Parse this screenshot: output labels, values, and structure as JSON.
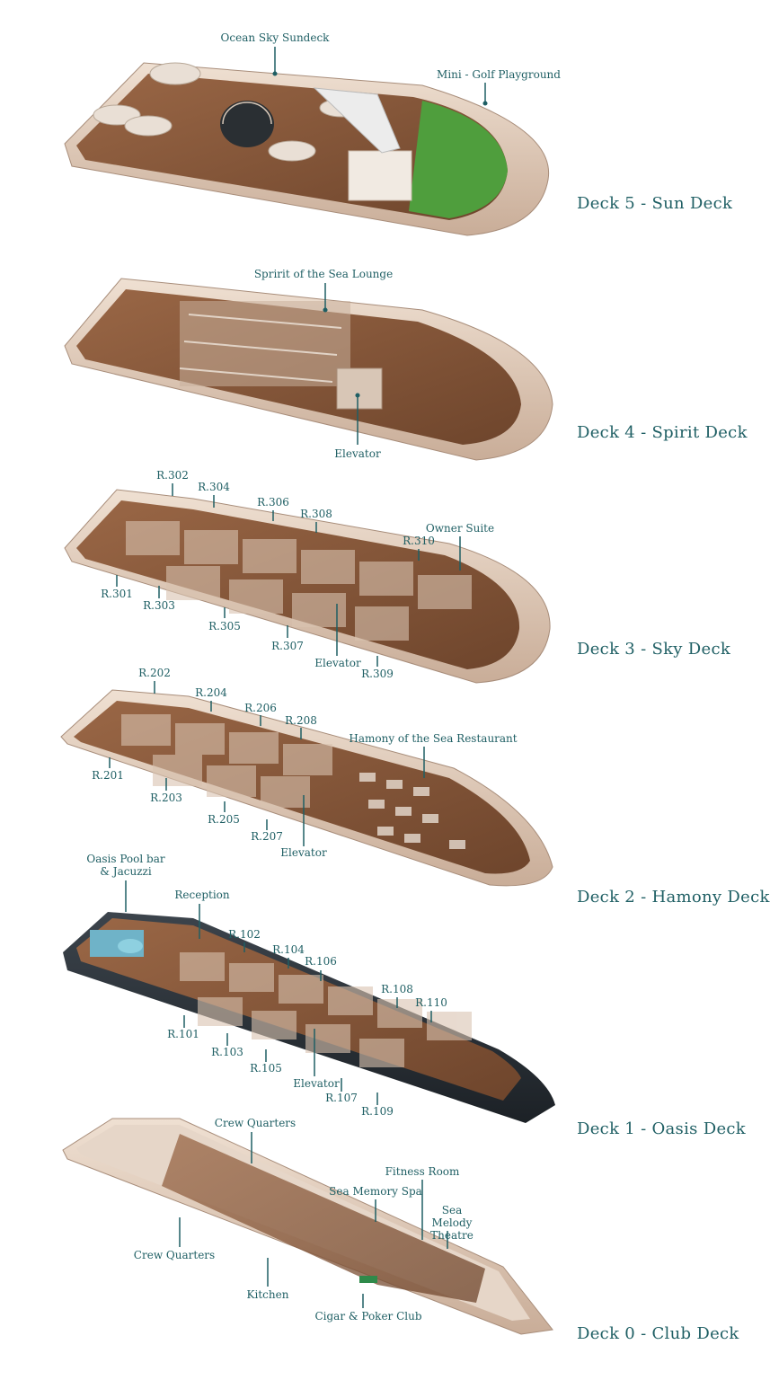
{
  "colors": {
    "label_text": "#1f5f64",
    "deck_wood": "#8a5a3c",
    "deck_wood_dark": "#6b4228",
    "hull_cream": "#e8d5c4",
    "hull_dark": "#2b3138",
    "golf_green": "#4a9a3a",
    "pool_blue": "#6fb3c8"
  },
  "decks": [
    {
      "id": "deck5",
      "title": "Deck 5 - Sun Deck",
      "labels": [
        "Ocean Sky Sundeck",
        "Mini - Golf Playground"
      ]
    },
    {
      "id": "deck4",
      "title": "Deck 4 - Spirit Deck",
      "labels": [
        "Spririt of the Sea Lounge",
        "Elevator"
      ]
    },
    {
      "id": "deck3",
      "title": "Deck 3 - Sky Deck",
      "labels": [
        "R.302",
        "R.304",
        "R.306",
        "R.308",
        "R.310",
        "Owner Suite",
        "R.301",
        "R.303",
        "R.305",
        "R.307",
        "Elevator",
        "R.309"
      ]
    },
    {
      "id": "deck2",
      "title": "Deck 2 - Hamony Deck",
      "labels": [
        "R.202",
        "R.204",
        "R.206",
        "R.208",
        "Hamony of the Sea Restaurant",
        "R.201",
        "R.203",
        "R.205",
        "R.207",
        "Elevator"
      ]
    },
    {
      "id": "deck1",
      "title": "Deck 1 - Oasis Deck",
      "labels": [
        "Oasis Pool bar & Jacuzzi",
        "Reception",
        "R.102",
        "R.104",
        "R.106",
        "R.108",
        "R.110",
        "R.101",
        "R.103",
        "R.105",
        "Elevator",
        "R.107",
        "R.109"
      ]
    },
    {
      "id": "deck0",
      "title": "Deck 0 - Club Deck",
      "labels": [
        "Crew Quarters",
        "Fitness Room",
        "Sea Memory Spa",
        "Sea Melody Theatre",
        "Crew Quarters",
        "Kitchen",
        "Cigar & Poker Club"
      ]
    }
  ]
}
